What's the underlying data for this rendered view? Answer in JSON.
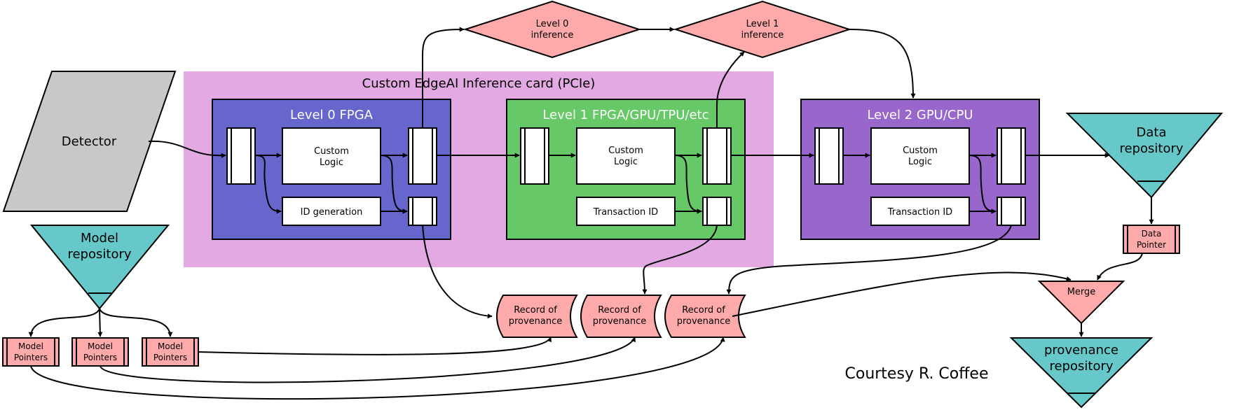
{
  "detector": "Detector",
  "card": {
    "title": "Custom EdgeAI Inference card (PCIe)",
    "fill": "#e2a9e2"
  },
  "stages": [
    {
      "title": "Level 0  FPGA",
      "logic": [
        "Custom",
        "Logic"
      ],
      "id_box": "ID generation",
      "fill": "#6666cc"
    },
    {
      "title": "Level 1 FPGA/GPU/TPU/etc",
      "logic": [
        "Custom",
        "Logic"
      ],
      "id_box": "Transaction ID",
      "fill": "#66c866"
    },
    {
      "title": "Level 2 GPU/CPU",
      "logic": [
        "Custom",
        "Logic"
      ],
      "id_box": "Transaction ID",
      "fill": "#9966cc"
    }
  ],
  "inference": [
    {
      "lines": [
        "Level 0",
        "inference"
      ]
    },
    {
      "lines": [
        "Level 1",
        "inference"
      ]
    }
  ],
  "repositories": {
    "model": [
      "Model",
      "repository"
    ],
    "data": [
      "Data",
      "repository"
    ],
    "provenance": [
      "provenance",
      "repository"
    ],
    "fill": "#66c8c8"
  },
  "model_pointers": [
    [
      "Model",
      "Pointers"
    ],
    [
      "Model",
      "Pointers"
    ],
    [
      "Model",
      "Pointers"
    ]
  ],
  "records": [
    [
      "Record of",
      "provenance"
    ],
    [
      "Record of",
      "provenance"
    ],
    [
      "Record of",
      "provenance"
    ]
  ],
  "data_pointer": [
    "Data",
    "Pointer"
  ],
  "merge": "Merge",
  "credit": "Courtesy R. Coffee",
  "colors": {
    "pink": "#ffaaaa",
    "gray": "#c8c8c8"
  }
}
